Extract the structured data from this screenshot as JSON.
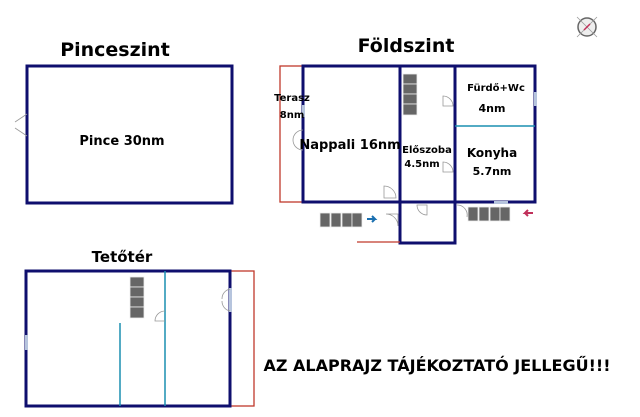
{
  "floors": {
    "basement": {
      "title": "Pinceszint",
      "rooms": [
        {
          "label": "Pince 30nm"
        }
      ]
    },
    "ground": {
      "title": "Földszint",
      "rooms": [
        {
          "label": "Terasz",
          "area": "8nm"
        },
        {
          "label": "Nappali 16nm"
        },
        {
          "label": "Előszoba",
          "area": "4.5nm"
        },
        {
          "label": "Fürdő+Wc",
          "area": "4nm"
        },
        {
          "label": "Konyha",
          "area": "5.7nm"
        }
      ]
    },
    "attic": {
      "title": "Tetőtér"
    }
  },
  "disclaimer": "AZ ALAPRAJZ TÁJÉKOZTATÓ JELLEGŰ!!!",
  "colors": {
    "wall": "#0f0f6e",
    "outline": "#c0392b",
    "partition": "#1a8fb0",
    "arrow_in": "#1a6fb0",
    "arrow_out": "#c0305a"
  }
}
